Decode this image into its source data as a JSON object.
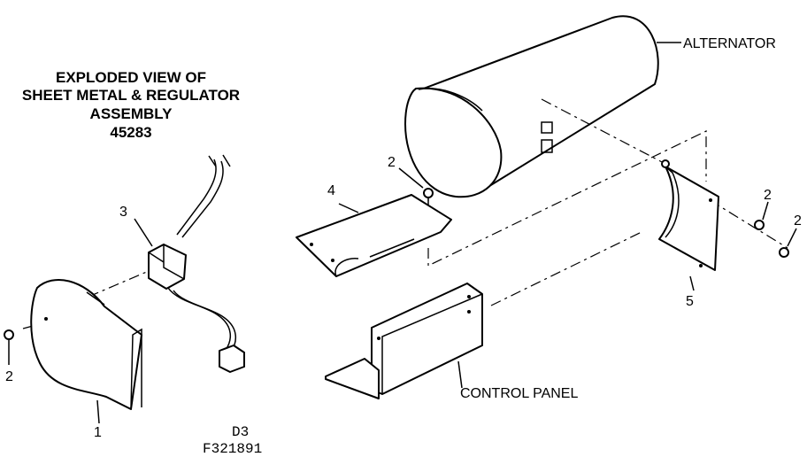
{
  "title": {
    "line1": "EXPLODED VIEW OF",
    "line2": "SHEET METAL & REGULATOR",
    "line3": "ASSEMBLY",
    "line4": "45283"
  },
  "labels": {
    "alternator": "ALTERNATOR",
    "control_panel": "CONTROL PANEL"
  },
  "callouts": {
    "screw_top": "2",
    "screw_right_a": "2",
    "screw_right_b": "2",
    "screw_left": "2",
    "panel_4": "4",
    "regulator_3": "3",
    "bracket_5": "5",
    "end_cover_1": "1"
  },
  "footer": {
    "code1": "D3",
    "code2": "F321891"
  }
}
